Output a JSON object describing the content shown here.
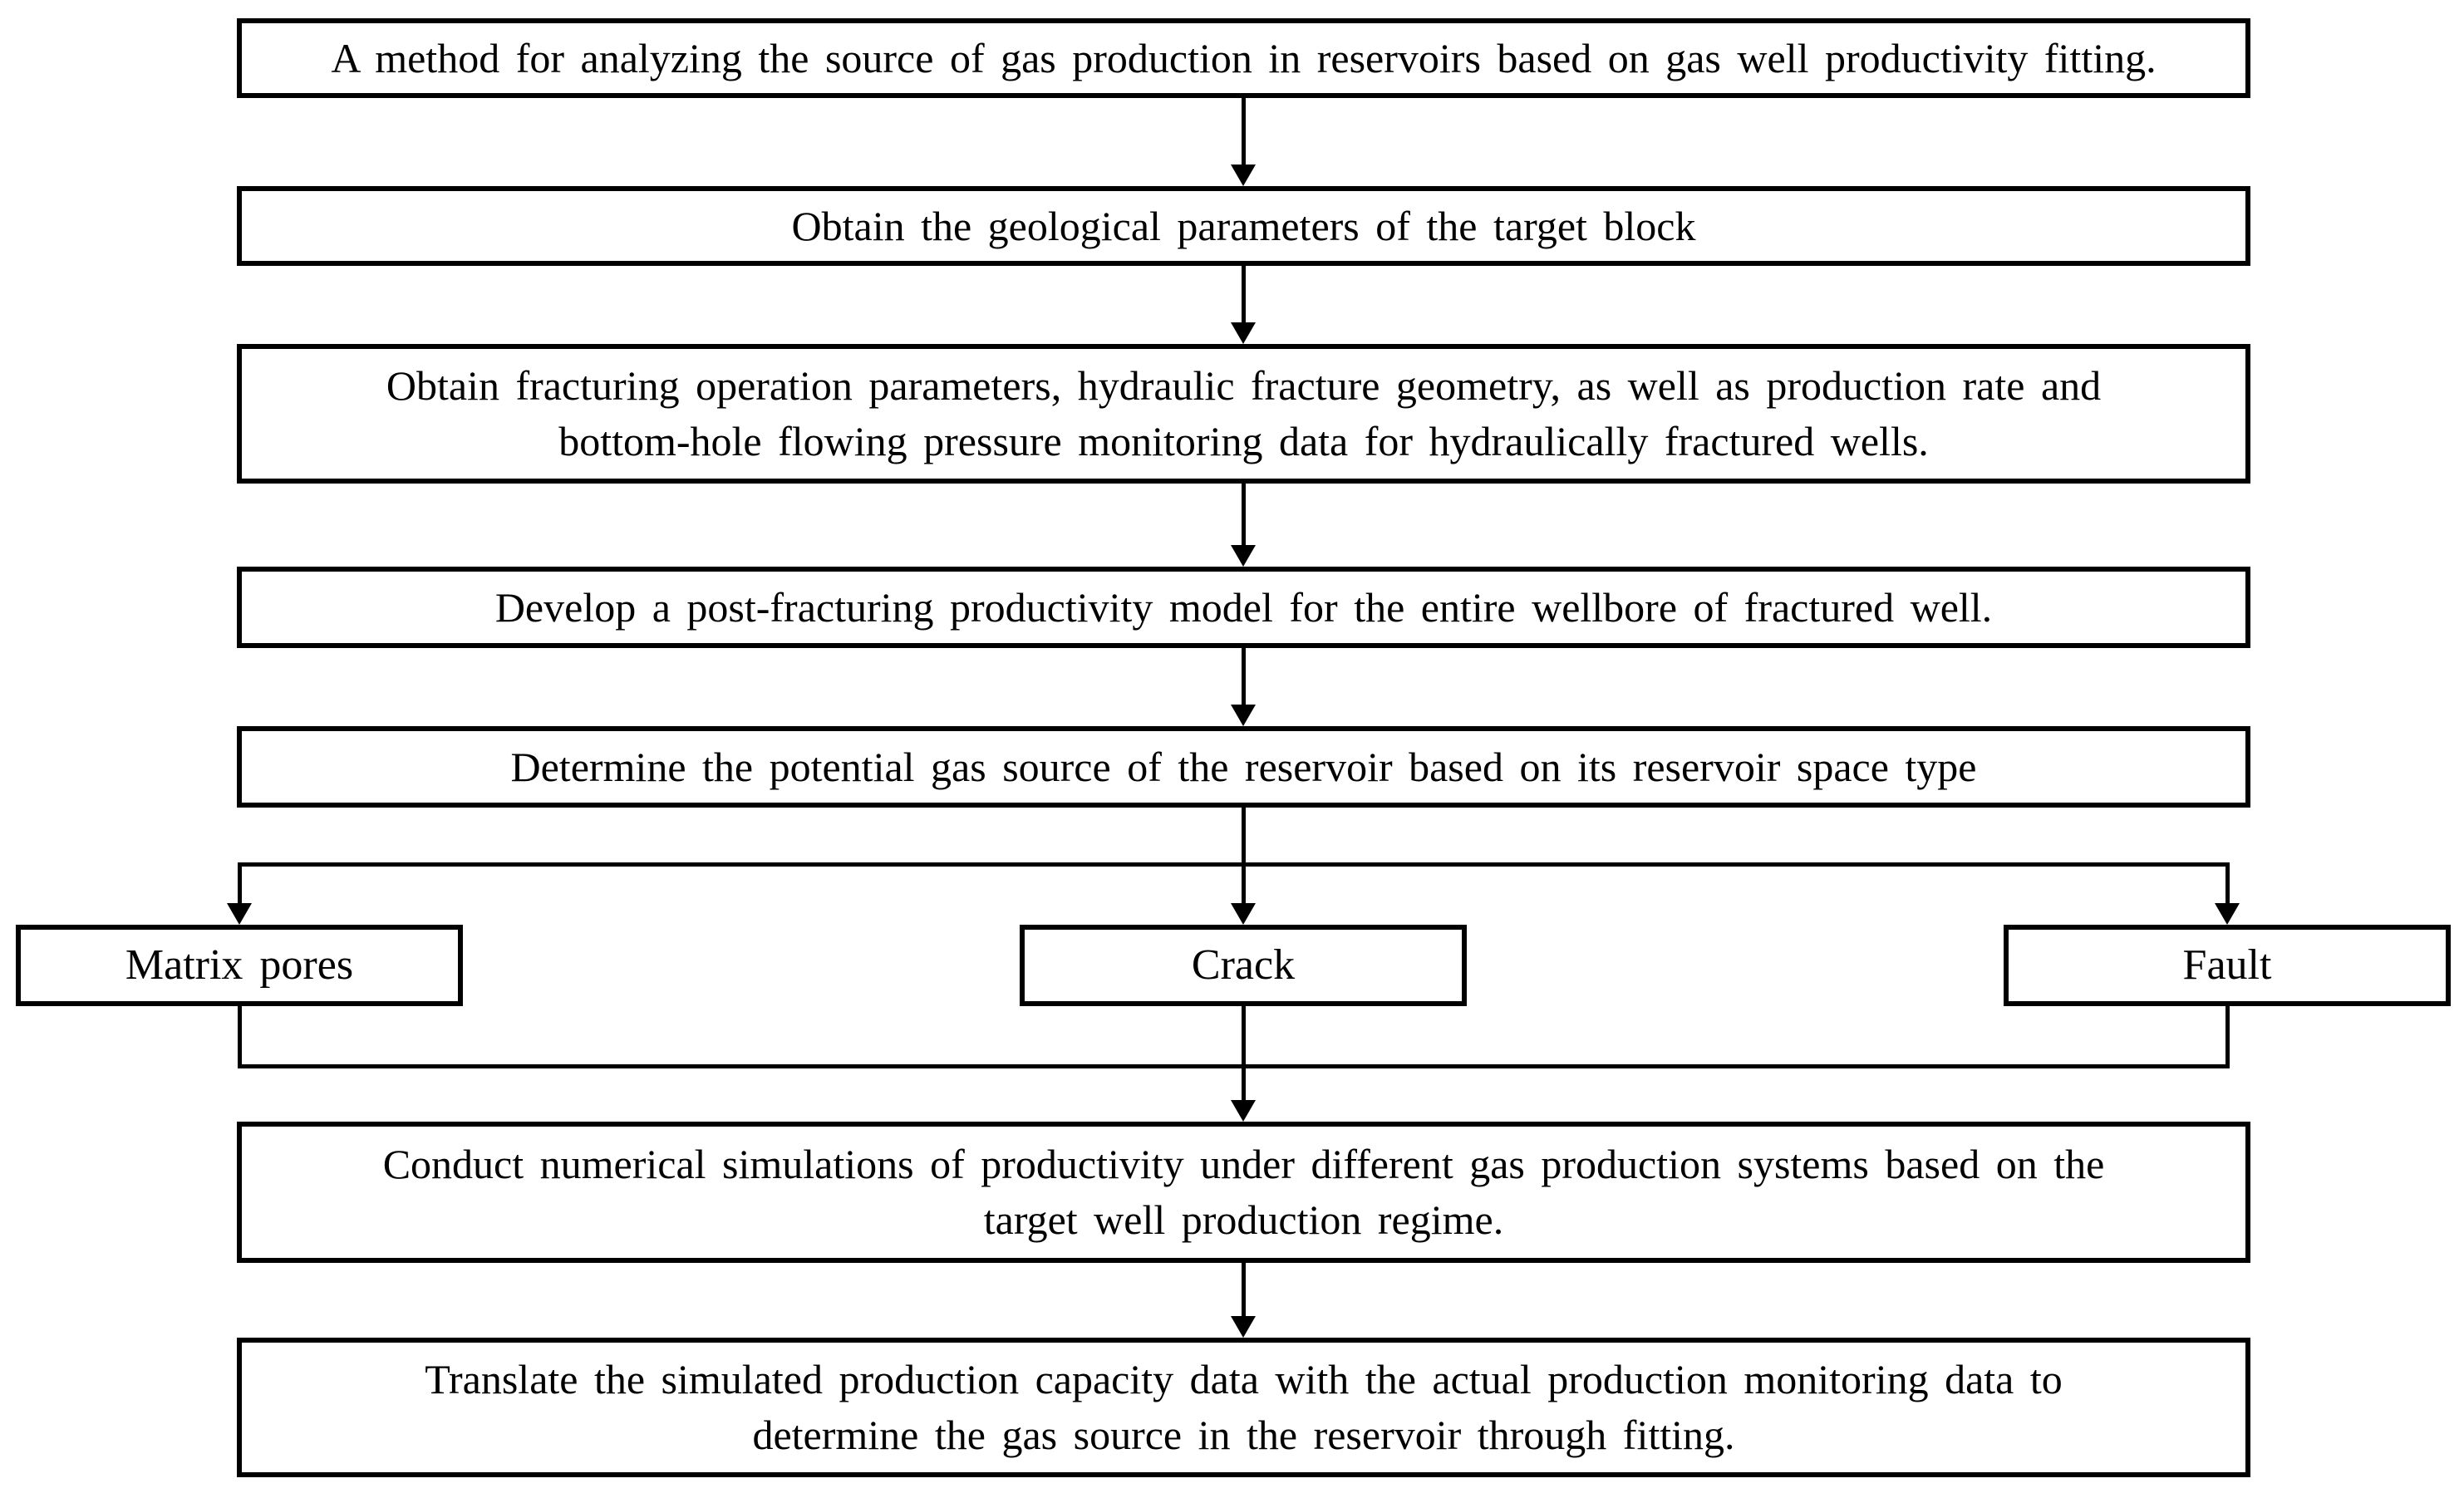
{
  "figure": {
    "type": "flowchart",
    "background_color": "#ffffff",
    "line_color": "#000000",
    "text_color": "#000000"
  },
  "nodes": {
    "title": "A method for analyzing the source of gas production in reservoirs based on gas well productivity fitting.",
    "obtain_geological": "Obtain the geological parameters of the target block",
    "obtain_fracturing": "Obtain fracturing operation parameters, hydraulic fracture geometry, as well as production rate and\nbottom-hole flowing pressure monitoring data for hydraulically fractured wells.",
    "develop_model": "Develop a post-fracturing productivity model for the entire wellbore of fractured well.",
    "determine_gas_source": "Determine the potential gas source of the reservoir based on its reservoir space type",
    "branch_matrix_pores": "Matrix pores",
    "branch_crack": "Crack",
    "branch_fault": "Fault",
    "conduct_simulations": "Conduct numerical simulations of productivity under different gas production systems based on the\ntarget well production regime.",
    "translate_data": "Translate the simulated production capacity data with the actual production monitoring data to\ndetermine the gas source in the reservoir through fitting."
  }
}
